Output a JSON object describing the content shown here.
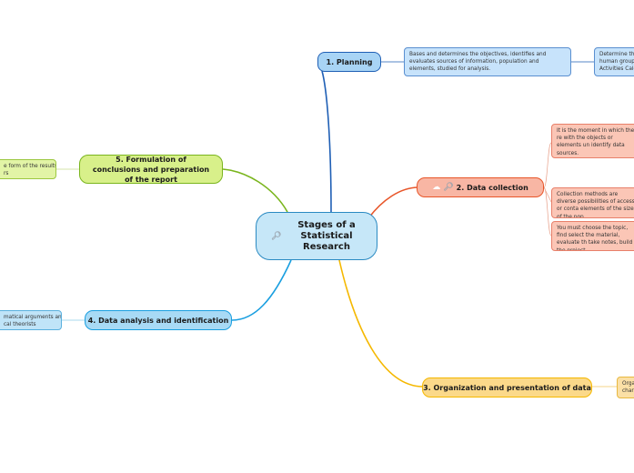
{
  "central": {
    "title": "Stages of a Statistical Research",
    "icon": "magnifier-icon"
  },
  "branches": {
    "planning": {
      "label": "1. Planning",
      "color": "#1f5fb5",
      "leaves": [
        "Bases and determines the objectives, identifies and evaluates sources of information, population and elements, studied for analysis.",
        "Determine the human group, Activities Cale"
      ]
    },
    "collection": {
      "label": "2. Data collection",
      "color": "#e8562a",
      "icons": [
        "cloud-icon",
        "magnifier-icon"
      ],
      "leaves": [
        "It is the moment in which the re with the objects or elements un identify data sources.",
        "Collection methods are diverse possibilities of access or conta elements of the size of the pop",
        "You must choose the topic, find select the material, evaluate th take notes, build the project."
      ]
    },
    "organization": {
      "label": "3. Organization and presentation of data",
      "color": "#f5b800",
      "leaves": [
        "Organ chart"
      ]
    },
    "analysis": {
      "label": "4. Data analysis and identification",
      "color": "#1a9fe0",
      "leaves": [
        "matical arguments and cal theorists"
      ]
    },
    "conclusions": {
      "label": "5. Formulation of conclusions and preparation of the report",
      "color": "#7ab51d",
      "leaves": [
        "e form of the results rs"
      ]
    }
  }
}
